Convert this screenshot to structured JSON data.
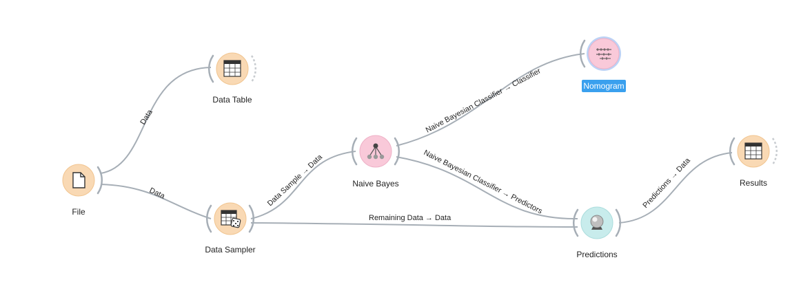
{
  "widgets": {
    "file": {
      "label": "File",
      "color": "#f9d9b4",
      "icon": "file-icon"
    },
    "data_table": {
      "label": "Data Table",
      "color": "#f9d9b4",
      "icon": "table-icon"
    },
    "data_sampler": {
      "label": "Data Sampler",
      "color": "#f9d9b4",
      "icon": "data-sampler-icon"
    },
    "naive_bayes": {
      "label": "Naive Bayes",
      "color": "#f9c9d9",
      "icon": "naive-bayes-icon"
    },
    "nomogram": {
      "label": "Nomogram",
      "color": "#f9c9d9",
      "icon": "nomogram-icon",
      "selected": true
    },
    "predictions": {
      "label": "Predictions",
      "color": "#c8ecec",
      "icon": "predictions-icon"
    },
    "results": {
      "label": "Results",
      "color": "#f9d9b4",
      "icon": "table-icon"
    }
  },
  "links": {
    "file_to_table": "Data",
    "file_to_sampler": "Data",
    "sampler_to_bayes": "Data Sample → Data",
    "sampler_to_predictions": "Remaining Data → Data",
    "bayes_to_nomogram": "Naive Bayesian Classifier → Classifier",
    "bayes_to_predictions": "Naive Bayesian Classifier → Predictors",
    "predictions_to_results": "Predictions → Data"
  },
  "colors": {
    "link": "#a6aeb6",
    "data_widget": "#f9d9b4",
    "model_widget": "#f9c9d9",
    "evaluate_widget": "#c8ecec",
    "selection": "#3aa0ee"
  }
}
